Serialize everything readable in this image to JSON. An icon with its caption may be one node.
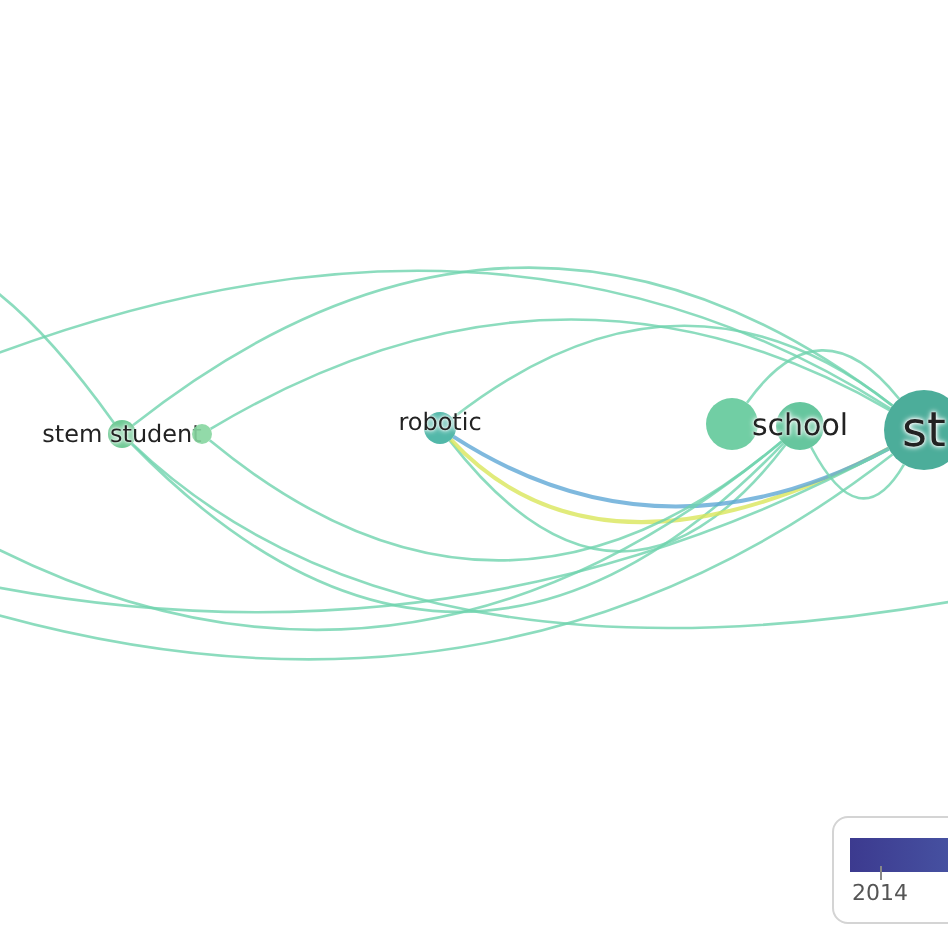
{
  "diagram": {
    "nodes": [
      {
        "text": [
          "stem student"
        ]
      },
      {
        "text": [],
        "shape": "circle"
      },
      {
        "text": [
          "robotic"
        ]
      },
      {
        "text": [],
        "shape": "circle"
      },
      {
        "text": [
          "school"
        ]
      },
      {
        "text": [
          "st"
        ]
      }
    ],
    "edges": [
      {
        "from": 0,
        "to": 5,
        "arrow": "none"
      },
      {
        "from": 0,
        "to": 4,
        "arrow": "none"
      },
      {
        "from": 1,
        "to": 5,
        "arrow": "none"
      },
      {
        "from": 0,
        "to": null,
        "arrow": "none"
      },
      {
        "from": 2,
        "to": 5,
        "arrow": "none"
      },
      {
        "from": 2,
        "to": 4,
        "arrow": "none"
      },
      {
        "from": 2,
        "to": 5,
        "arrow": "none",
        "color": "#d9e65a"
      },
      {
        "from": 2,
        "to": 5,
        "arrow": "none",
        "color": "#5fa8d6"
      },
      {
        "from": 3,
        "to": 5,
        "arrow": "none"
      },
      {
        "from": 4,
        "to": 5,
        "arrow": "none"
      },
      {
        "from": 1,
        "to": 4,
        "arrow": "none"
      },
      {
        "from": null,
        "to": 5,
        "arrow": "none"
      },
      {
        "from": null,
        "to": 5,
        "arrow": "none"
      },
      {
        "from": null,
        "to": 4,
        "arrow": "none"
      },
      {
        "from": null,
        "to": 5,
        "arrow": "none"
      },
      {
        "from": 0,
        "to": null,
        "arrow": "none"
      }
    ],
    "labels": [
      "2014"
    ]
  }
}
